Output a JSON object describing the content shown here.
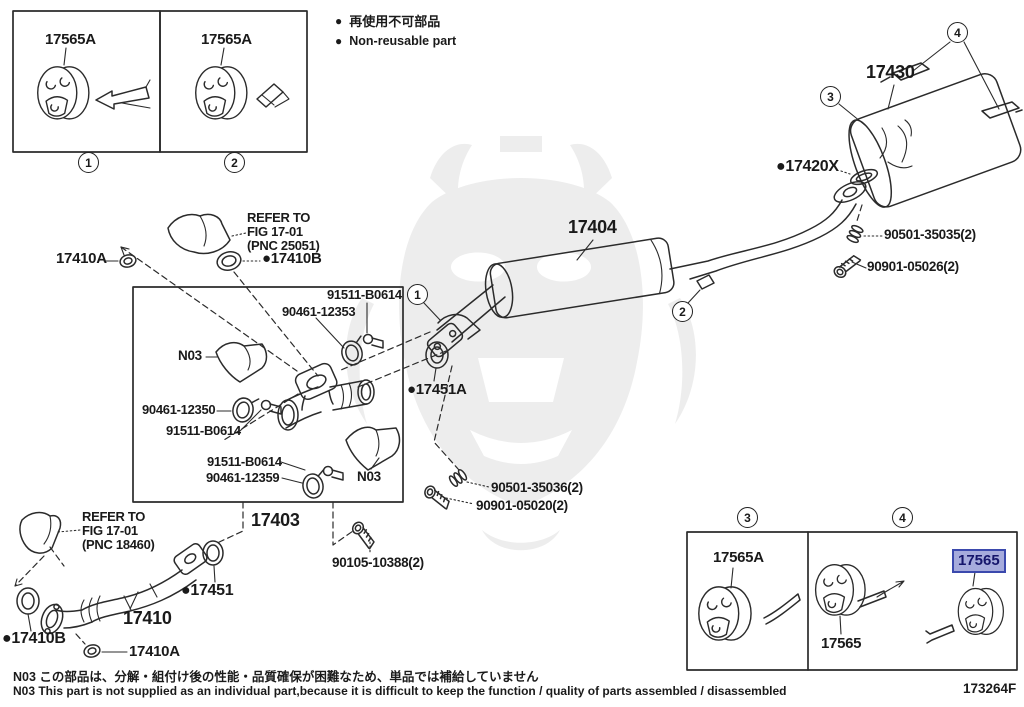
{
  "legend": {
    "items": [
      {
        "symbol": "●",
        "text": "再使用不可部品"
      },
      {
        "symbol": "●",
        "text": "Non-reusable part"
      }
    ]
  },
  "callouts": {
    "one": "1",
    "two": "2",
    "three": "3",
    "four": "4"
  },
  "inset_top": {
    "part_left": "17565A",
    "part_right": "17565A"
  },
  "rear": {
    "muffler": "17430",
    "gasket": "●17420X",
    "spring_bolt": "90501-35035(2)",
    "bolt": "90901-05026(2)"
  },
  "center": {
    "muffler": "17404",
    "gasket_front": "●17451A",
    "refer": {
      "line1": "REFER TO",
      "line2": "FIG 17-01",
      "line3": "(PNC 25051)"
    },
    "nut": "17410A",
    "gasket": "●17410B"
  },
  "pipe_box": {
    "bolt_top": "91511-B0614",
    "clamp_top": "90461-12353",
    "shield_left": "N03",
    "clamp_left": "90461-12350",
    "bolt_left": "91511-B0614",
    "bolt_bottom": "91511-B0614",
    "clamp_bottom": "90461-12359",
    "shield_right": "N03",
    "assembly": "17403",
    "flange_bolt": "90105-10388(2)",
    "spring_bolt": "90501-35036(2)",
    "bolt": "90901-05020(2)"
  },
  "front": {
    "refer": {
      "line1": "REFER TO",
      "line2": "FIG 17-01",
      "line3": "(PNC 18460)"
    },
    "pipe": "17410",
    "gasket_rear": "●17451",
    "gasket_front": "●17410B",
    "nut": "17410A"
  },
  "inset_bottom": {
    "part_left": "17565A",
    "part_center": "17565",
    "part_right": "17565"
  },
  "notes": {
    "jp": "N03 この部品は、分解・組付け後の性能・品質確保が困難なため、単品では補給していません",
    "en": "N03 This part is not supplied as an individual part,because it is difficult to keep the function / quality of parts assembled / disassembled"
  },
  "doc_number": "173264F",
  "colors": {
    "line": "#2b2b2b",
    "highlight_bg": "#a6abdc",
    "highlight_border": "#3b49ad",
    "highlight_text": "#15156b",
    "watermark": "#ededed"
  }
}
